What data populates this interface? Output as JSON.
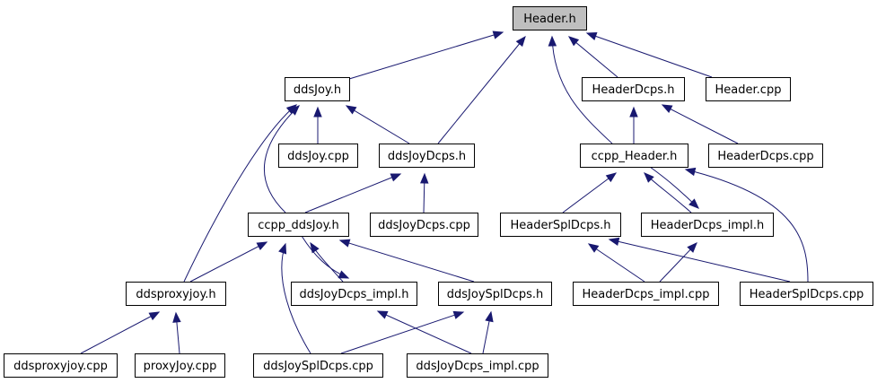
{
  "nodes": [
    {
      "id": "header_h",
      "label": "Header.h",
      "highlighted": true
    },
    {
      "id": "ddsjoy_h",
      "label": "ddsJoy.h"
    },
    {
      "id": "headerdcps_h",
      "label": "HeaderDcps.h"
    },
    {
      "id": "header_cpp",
      "label": "Header.cpp"
    },
    {
      "id": "ddsjoy_cpp",
      "label": "ddsJoy.cpp"
    },
    {
      "id": "ddsjoydcps_h",
      "label": "ddsJoyDcps.h"
    },
    {
      "id": "ccpp_header_h",
      "label": "ccpp_Header.h"
    },
    {
      "id": "headerdcps_cpp",
      "label": "HeaderDcps.cpp"
    },
    {
      "id": "ccpp_ddsjoy_h",
      "label": "ccpp_ddsJoy.h"
    },
    {
      "id": "ddsjoydcps_cpp",
      "label": "ddsJoyDcps.cpp"
    },
    {
      "id": "headersplDcps_h",
      "label": "HeaderSplDcps.h"
    },
    {
      "id": "headerdcps_impl_h",
      "label": "HeaderDcps_impl.h"
    },
    {
      "id": "ddsproxyjoy_h",
      "label": "ddsproxyjoy.h"
    },
    {
      "id": "ddsjoydcps_impl_h",
      "label": "ddsJoyDcps_impl.h"
    },
    {
      "id": "ddsjoyspldcps_h",
      "label": "ddsJoySplDcps.h"
    },
    {
      "id": "headerdcps_impl_cpp",
      "label": "HeaderDcps_impl.cpp"
    },
    {
      "id": "headerspldcps_cpp",
      "label": "HeaderSplDcps.cpp"
    },
    {
      "id": "ddsproxyjoy_cpp",
      "label": "ddsproxyjoy.cpp"
    },
    {
      "id": "proxyjoy_cpp",
      "label": "proxyJoy.cpp"
    },
    {
      "id": "ddsjoyspldcps_cpp",
      "label": "ddsJoySplDcps.cpp"
    },
    {
      "id": "ddsjoydcps_impl_cpp",
      "label": "ddsJoyDcps_impl.cpp"
    }
  ],
  "edges": [
    {
      "from": "ddsjoy_h",
      "to": "header_h"
    },
    {
      "from": "ddsjoydcps_h",
      "to": "header_h"
    },
    {
      "from": "ccpp_header_h",
      "to": "header_h"
    },
    {
      "from": "headerdcps_h",
      "to": "header_h"
    },
    {
      "from": "header_cpp",
      "to": "header_h"
    },
    {
      "from": "ddsjoy_cpp",
      "to": "ddsjoy_h"
    },
    {
      "from": "ddsjoydcps_h",
      "to": "ddsjoy_h"
    },
    {
      "from": "ccpp_ddsjoy_h",
      "to": "ddsjoy_h"
    },
    {
      "from": "ddsproxyjoy_h",
      "to": "ddsjoy_h"
    },
    {
      "from": "ccpp_header_h",
      "to": "headerdcps_h"
    },
    {
      "from": "headerdcps_cpp",
      "to": "headerdcps_h"
    },
    {
      "from": "ccpp_ddsjoy_h",
      "to": "ddsjoydcps_h"
    },
    {
      "from": "ddsjoydcps_cpp",
      "to": "ddsjoydcps_h"
    },
    {
      "from": "headersplDcps_h",
      "to": "ccpp_header_h"
    },
    {
      "from": "headerdcps_impl_h",
      "to": "ccpp_header_h"
    },
    {
      "from": "ccpp_header_h",
      "to": "headerdcps_impl_h"
    },
    {
      "from": "headerspldcps_cpp",
      "to": "ccpp_header_h"
    },
    {
      "from": "ddsproxyjoy_h",
      "to": "ccpp_ddsjoy_h"
    },
    {
      "from": "ddsjoydcps_impl_h",
      "to": "ccpp_ddsjoy_h"
    },
    {
      "from": "ccpp_ddsjoy_h",
      "to": "ddsjoydcps_impl_h"
    },
    {
      "from": "ddsjoyspldcps_h",
      "to": "ccpp_ddsjoy_h"
    },
    {
      "from": "ddsjoyspldcps_cpp",
      "to": "ccpp_ddsjoy_h"
    },
    {
      "from": "headerdcps_impl_cpp",
      "to": "headersplDcps_h"
    },
    {
      "from": "headerspldcps_cpp",
      "to": "headersplDcps_h"
    },
    {
      "from": "headerdcps_impl_cpp",
      "to": "headerdcps_impl_h"
    },
    {
      "from": "ddsproxyjoy_cpp",
      "to": "ddsproxyjoy_h"
    },
    {
      "from": "proxyjoy_cpp",
      "to": "ddsproxyjoy_h"
    },
    {
      "from": "ddsjoydcps_impl_cpp",
      "to": "ddsjoydcps_impl_h"
    },
    {
      "from": "ddsjoyspldcps_cpp",
      "to": "ddsjoyspldcps_h"
    },
    {
      "from": "ddsjoydcps_impl_cpp",
      "to": "ddsjoyspldcps_h"
    }
  ],
  "colors": {
    "edge": "#191970",
    "node_fill": "#ffffff",
    "highlight_fill": "#bfbfbf",
    "border": "#000000"
  }
}
